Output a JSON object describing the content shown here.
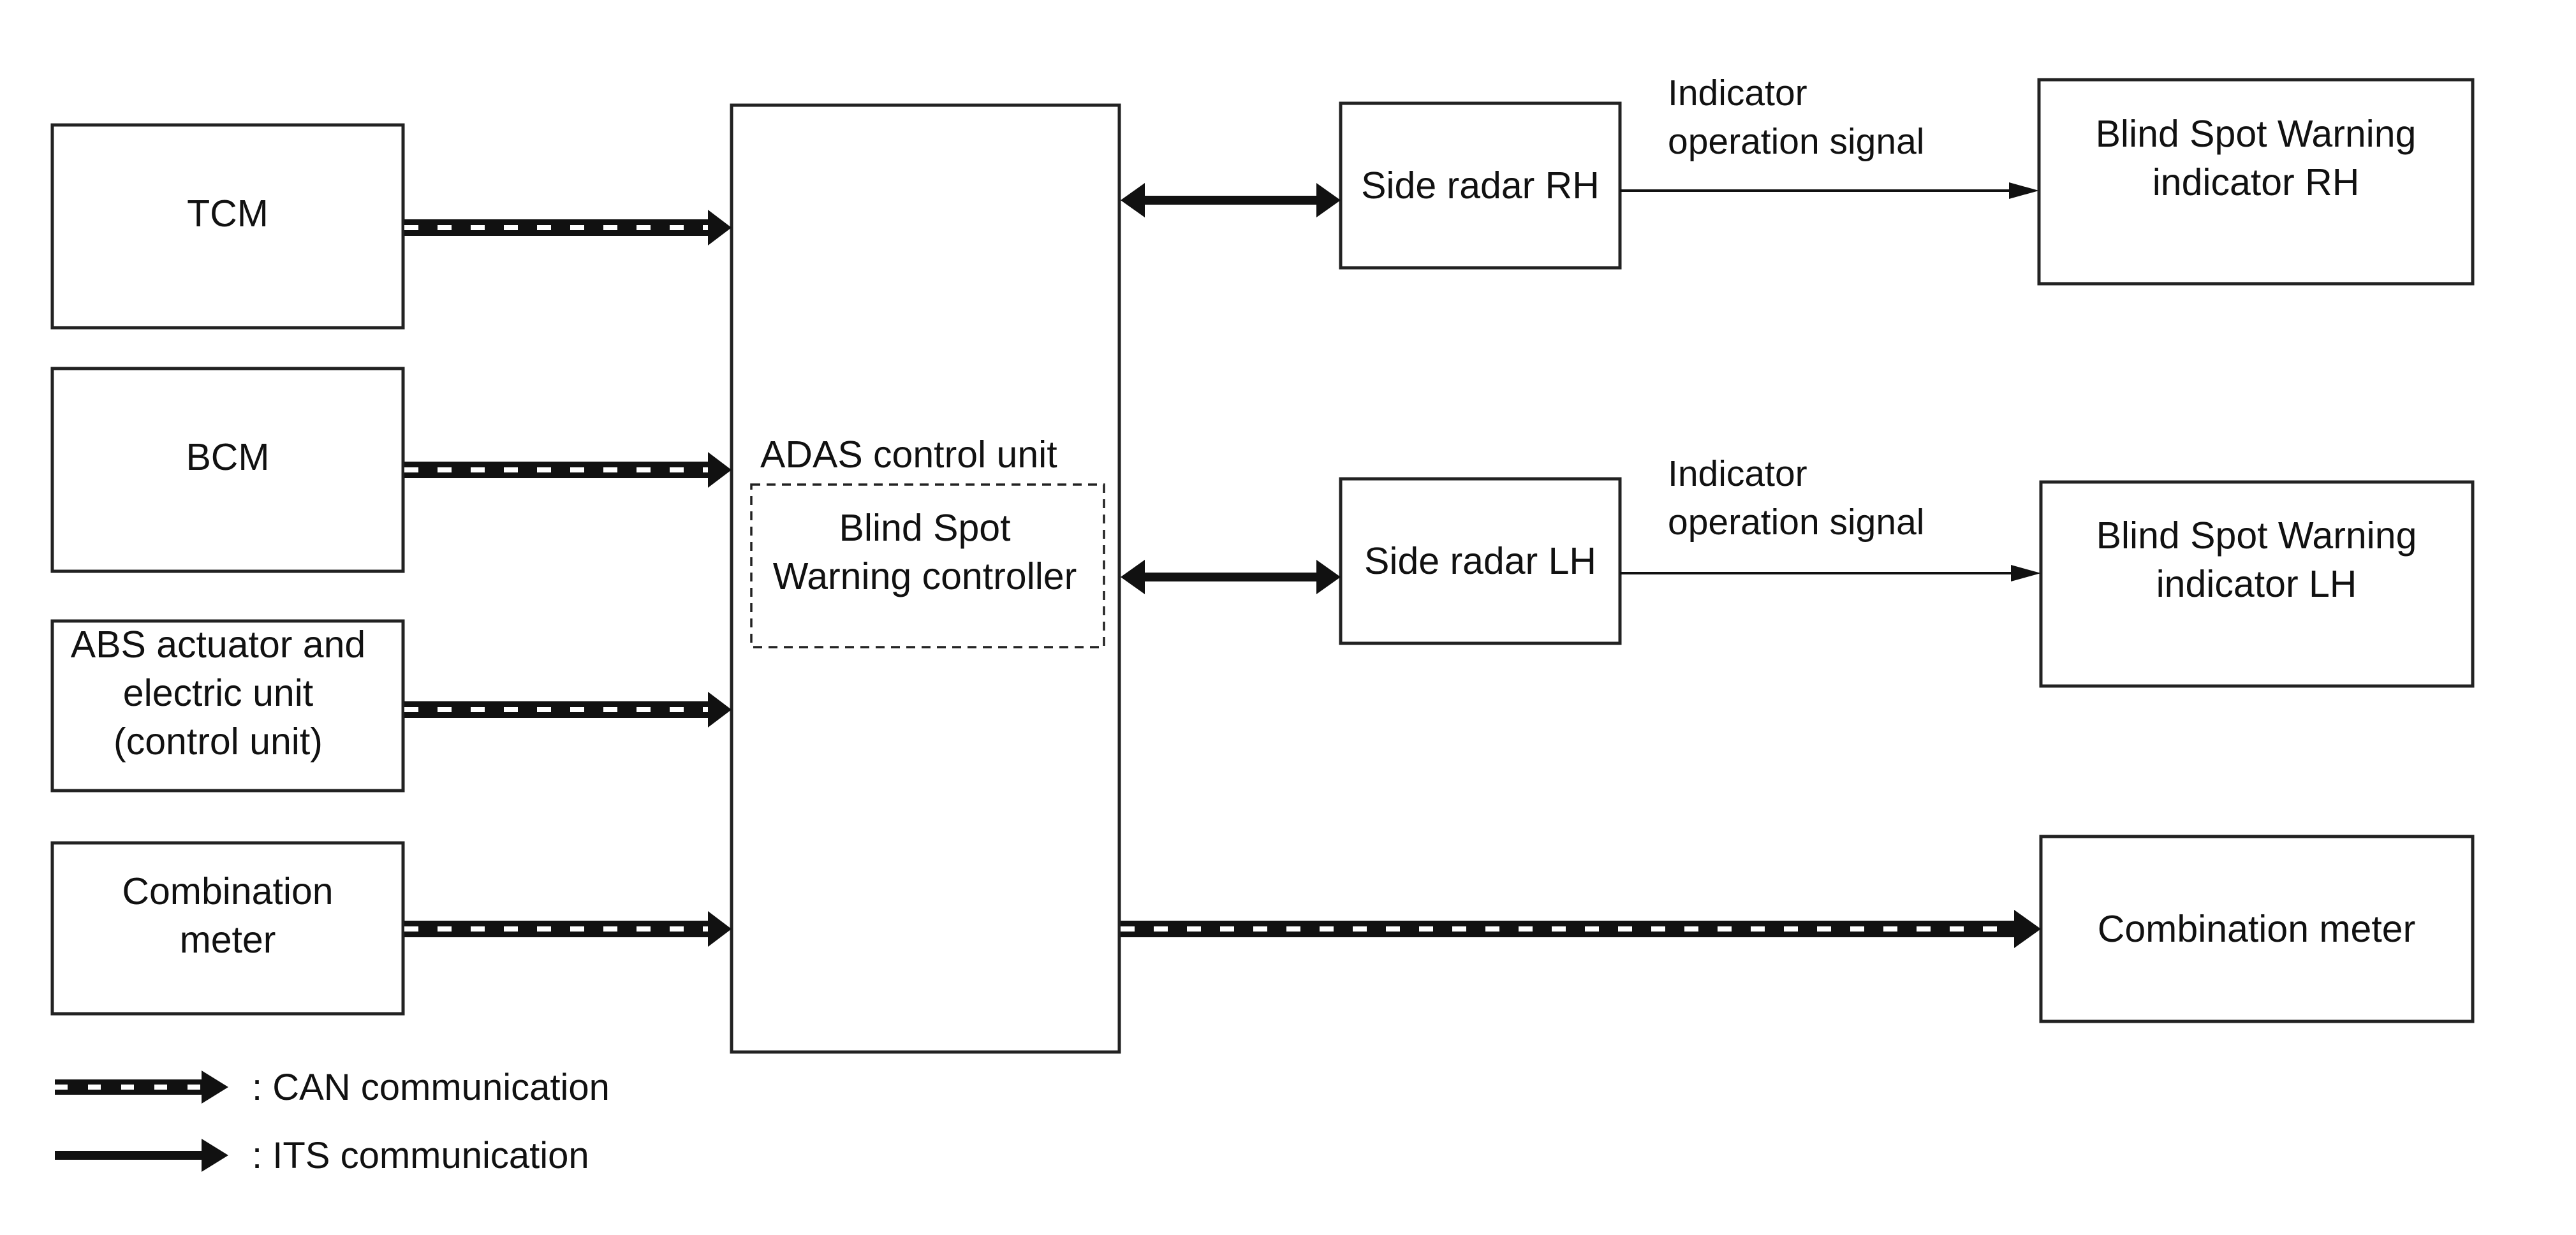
{
  "blocks": {
    "tcm": [
      "TCM"
    ],
    "bcm": [
      "BCM"
    ],
    "abs": [
      "ABS actuator and",
      "electric unit",
      "(control unit)"
    ],
    "combination_meter_input": [
      "Combination",
      "meter"
    ],
    "adas": [
      "ADAS control unit"
    ],
    "bsw_controller": [
      "Blind Spot",
      "Warning controller"
    ],
    "side_radar_rh": [
      "Side radar RH"
    ],
    "side_radar_lh": [
      "Side radar LH"
    ],
    "indicator_rh": [
      "Blind Spot Warning",
      "indicator RH"
    ],
    "indicator_lh": [
      "Blind Spot Warning",
      "indicator LH"
    ],
    "combination_meter_output": [
      "Combination meter"
    ]
  },
  "signals": {
    "rh": [
      "Indicator",
      "operation signal"
    ],
    "lh": [
      "Indicator",
      "operation signal"
    ]
  },
  "connections": [
    {
      "from": "TCM",
      "to": "ADAS control unit",
      "type": "CAN"
    },
    {
      "from": "BCM",
      "to": "ADAS control unit",
      "type": "CAN"
    },
    {
      "from": "ABS actuator and electric unit (control unit)",
      "to": "ADAS control unit",
      "type": "CAN"
    },
    {
      "from": "Combination meter",
      "to": "ADAS control unit",
      "type": "CAN"
    },
    {
      "from": "ADAS control unit",
      "to": "Side radar RH",
      "type": "ITS",
      "bidirectional": true
    },
    {
      "from": "ADAS control unit",
      "to": "Side radar LH",
      "type": "ITS",
      "bidirectional": true
    },
    {
      "from": "Side radar RH",
      "to": "Blind Spot Warning indicator RH",
      "type": "signal"
    },
    {
      "from": "Side radar LH",
      "to": "Blind Spot Warning indicator LH",
      "type": "signal"
    },
    {
      "from": "ADAS control unit",
      "to": "Combination meter",
      "type": "CAN"
    }
  ],
  "legend": {
    "can": ": CAN communication",
    "its": ": ITS communication"
  },
  "colors": {
    "stroke": "#222222",
    "background": "#ffffff",
    "can_dash": "#ffffff"
  }
}
